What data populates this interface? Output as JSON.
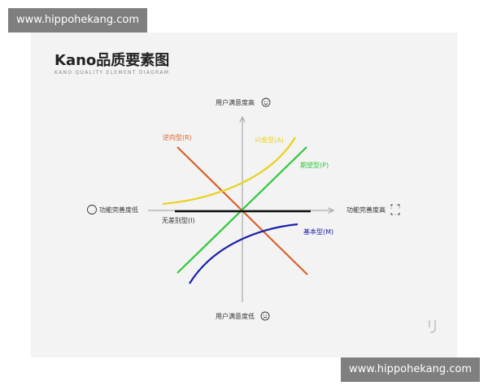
{
  "watermark": {
    "top": "www.hippohekang.com",
    "bottom": "www.hippohekang.com"
  },
  "header": {
    "title": "Kano品质要素图",
    "subtitle": "KANO QUALITY ELEMENT DIAGRAM"
  },
  "axes": {
    "y_top": "用户满意度高",
    "y_bottom": "用户满意度低",
    "x_left": "功能完善度低",
    "x_right": "功能完善度高"
  },
  "curves": {
    "reverse": {
      "label": "逆向型(R)",
      "color": "#d9622b"
    },
    "excitement": {
      "label": "兴奋型(A)",
      "color": "#e8d21f"
    },
    "performance": {
      "label": "期望型(P)",
      "color": "#2fc83a"
    },
    "indifferent": {
      "label": "无差别型(I)",
      "color": "#111111"
    },
    "basic": {
      "label": "基本型(M)",
      "color": "#1a22a8"
    }
  },
  "icons": {
    "y_top": "smile-icon",
    "y_bottom": "frown-icon",
    "x_left": "empty-circle-icon",
    "x_right": "full-frame-icon",
    "brand": "brand-logo-icon"
  }
}
